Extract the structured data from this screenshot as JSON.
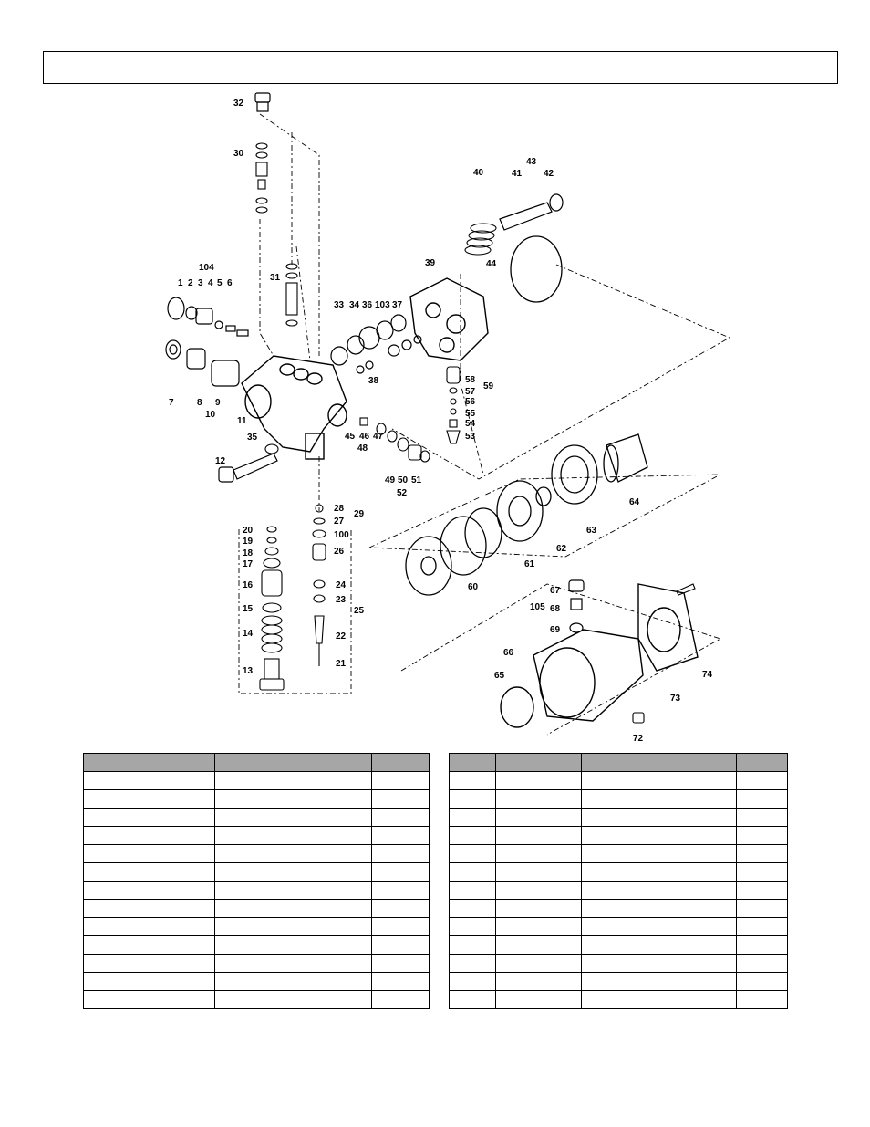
{
  "diagram": {
    "callouts": [
      "32",
      "30",
      "31",
      "104",
      "1",
      "2",
      "3",
      "4",
      "5",
      "6",
      "7",
      "8",
      "9",
      "10",
      "11",
      "12",
      "35",
      "33",
      "34",
      "36",
      "103",
      "37",
      "38",
      "39",
      "40",
      "41",
      "42",
      "43",
      "44",
      "45",
      "46",
      "47",
      "48",
      "49",
      "50",
      "51",
      "52",
      "58",
      "57",
      "56",
      "55",
      "54",
      "53",
      "59",
      "28",
      "27",
      "100",
      "26",
      "29",
      "24",
      "23",
      "25",
      "22",
      "21",
      "20",
      "19",
      "18",
      "17",
      "16",
      "15",
      "14",
      "13",
      "64",
      "63",
      "62",
      "61",
      "60",
      "67",
      "68",
      "69",
      "105",
      "66",
      "65",
      "74",
      "73",
      "72"
    ]
  },
  "tables": {
    "left": {
      "columns": 4,
      "rows": 13
    },
    "right": {
      "columns": 4,
      "rows": 13
    }
  }
}
